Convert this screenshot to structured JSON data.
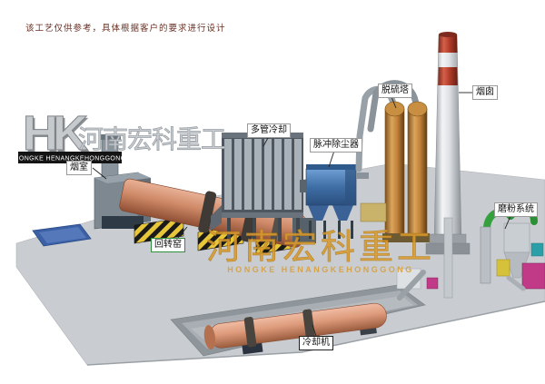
{
  "disclaimer": "该工艺仅供参考，具体根据客户的要求进行设计",
  "logo": {
    "monogram": "HK",
    "company_cn": "河南宏科重工",
    "banner_en": "HONGKE HENANGKEHONGGONG"
  },
  "watermark": {
    "cn": "河南宏科重工",
    "en": "HONGKE HENANGKEHONGGONG"
  },
  "labels": {
    "smoke_chamber": "烟室",
    "rotary_kiln": "回转窑",
    "multi_tube_cooler": "多管冷却",
    "pulse_dust_collector": "脉冲除尘器",
    "desulfurization_tower": "脱硫塔",
    "chimney": "烟囱",
    "grinding_system": "磨粉系统",
    "cooling_machine": "冷却机"
  },
  "colors": {
    "kiln": "#cf8a68",
    "cooling_cylinder": "#dd9a7a",
    "dust_collector_blue": "#3f6ea5",
    "desulfurization_orange": "#c08038",
    "chimney_red": "#b03a28",
    "ground_gray": "#c9cdd1",
    "watermark_orange": "#d89a2e",
    "kiln_label_border": "#2f8f3a"
  }
}
